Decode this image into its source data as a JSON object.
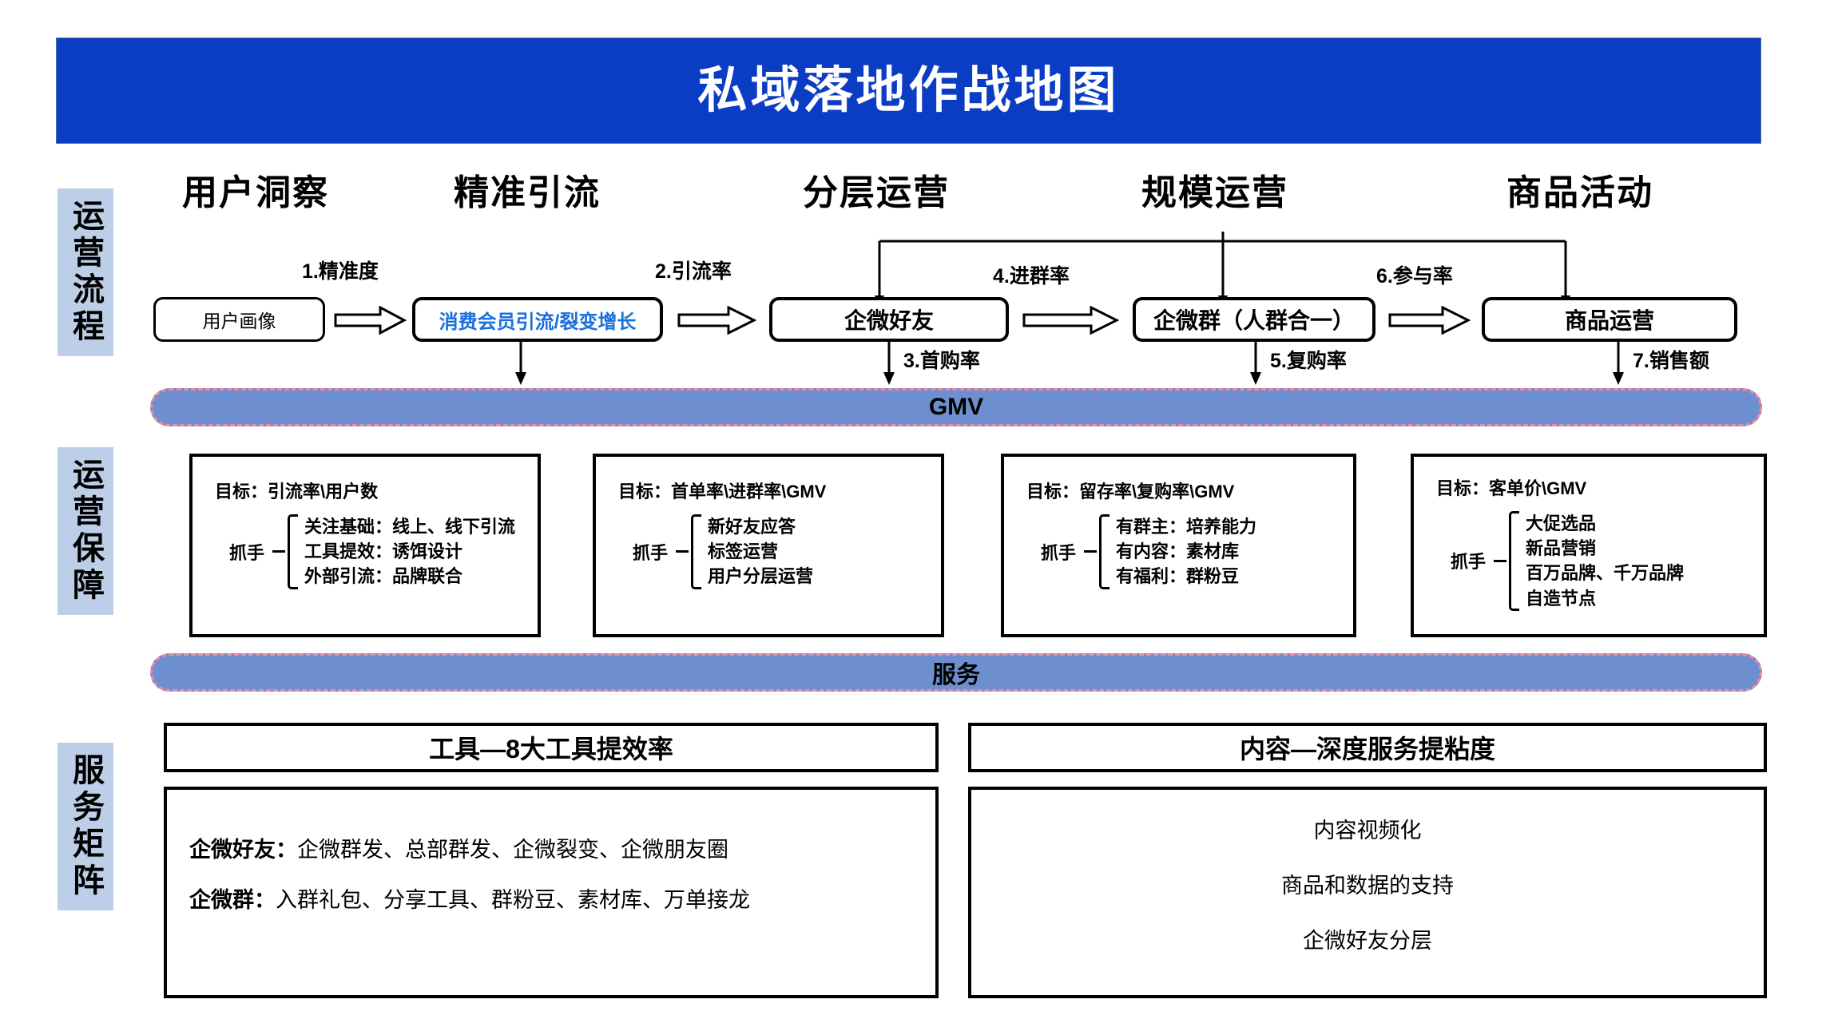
{
  "title": "私域落地作战地图",
  "colors": {
    "banner_bg": "#0B3DC4",
    "banner_text": "#FFFFFF",
    "side_label_bg": "#BDCFE8",
    "pill_bg": "#6E8FCF",
    "pill_border": "#F08AA0",
    "link_text": "#1A6FE0",
    "box_border": "#000000"
  },
  "side_labels": [
    {
      "label": "运营流程"
    },
    {
      "label": "运营保障"
    },
    {
      "label": "服务矩阵"
    }
  ],
  "columns": [
    {
      "label": "用户洞察"
    },
    {
      "label": "精准引流"
    },
    {
      "label": "分层运营"
    },
    {
      "label": "规模运营"
    },
    {
      "label": "商品活动"
    }
  ],
  "flow": {
    "boxes": [
      {
        "label": "用户画像"
      },
      {
        "label": "消费会员引流/裂变增长"
      },
      {
        "label": "企微好友"
      },
      {
        "label": "企微群（人群合一）"
      },
      {
        "label": "商品运营"
      }
    ],
    "connector_labels": [
      {
        "label": "1.精准度"
      },
      {
        "label": "2.引流率"
      },
      {
        "label": "4.进群率"
      },
      {
        "label": "6.参与率"
      },
      {
        "label": "3.首购率"
      },
      {
        "label": "5.复购率"
      },
      {
        "label": "7.销售额"
      }
    ]
  },
  "pills": [
    {
      "label": "GMV"
    },
    {
      "label": "服务"
    }
  ],
  "guarantee_boxes": [
    {
      "goal": "目标：引流率\\用户数",
      "key": "抓手",
      "items": [
        "关注基础：线上、线下引流",
        "工具提效：诱饵设计",
        "外部引流：品牌联合"
      ]
    },
    {
      "goal": "目标：首单率\\进群率\\GMV",
      "key": "抓手",
      "items": [
        "新好友应答",
        "标签运营",
        "用户分层运营"
      ]
    },
    {
      "goal": "目标：留存率\\复购率\\GMV",
      "key": "抓手",
      "items": [
        "有群主：培养能力",
        "有内容：素材库",
        "有福利：群粉豆"
      ]
    },
    {
      "goal": "目标：客单价\\GMV",
      "key": "抓手",
      "items": [
        "大促选品",
        "新品营销",
        "百万品牌、千万品牌",
        "自造节点"
      ]
    }
  ],
  "matrix": {
    "left": {
      "header": "工具—8大工具提效率",
      "rows": [
        {
          "key": "企微好友：",
          "value": "企微群发、总部群发、企微裂变、企微朋友圈"
        },
        {
          "key": "企微群：",
          "value": "入群礼包、分享工具、群粉豆、素材库、万单接龙"
        }
      ]
    },
    "right": {
      "header": "内容—深度服务提粘度",
      "lines": [
        "内容视频化",
        "商品和数据的支持",
        "企微好友分层"
      ]
    }
  }
}
